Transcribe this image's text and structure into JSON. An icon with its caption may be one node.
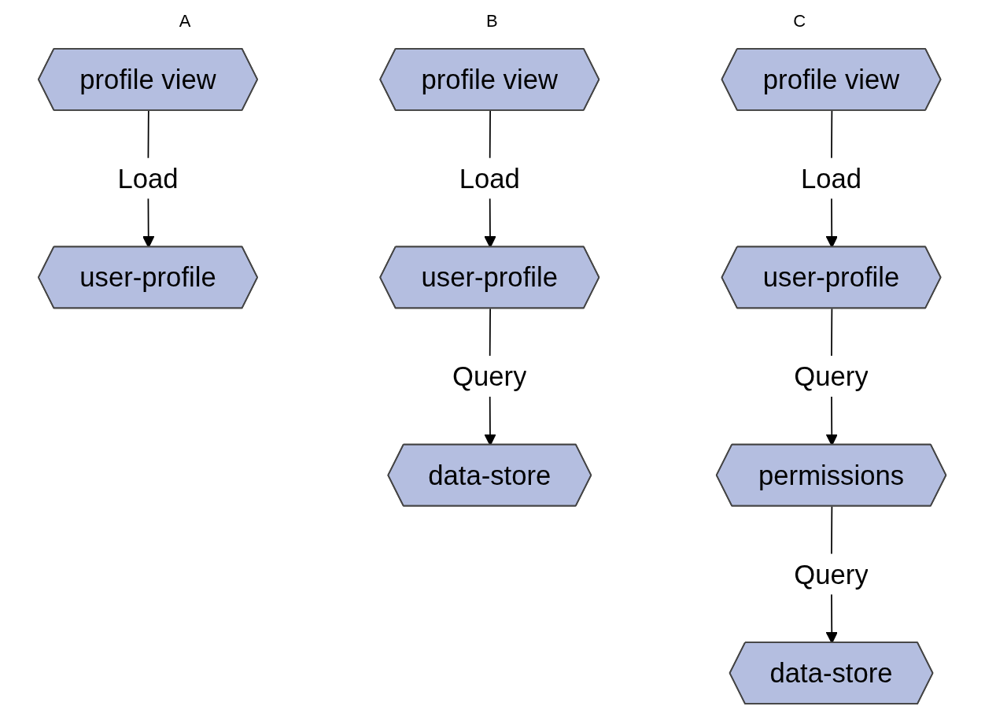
{
  "diagram": {
    "nodes": [
      {
        "text": [
          "user-profile"
        ]
      },
      {
        "text": [
          "profile view"
        ]
      },
      {
        "text": [
          "user-profile"
        ]
      },
      {
        "text": [
          "profile view"
        ]
      },
      {
        "text": [
          "data-store"
        ]
      },
      {
        "text": [
          "user-profile"
        ]
      },
      {
        "text": [
          "profile view"
        ]
      },
      {
        "text": [
          "permissions"
        ]
      },
      {
        "text": [
          "data-store"
        ]
      }
    ],
    "edges": [
      {
        "from": 1,
        "to": 0,
        "arrow": "to",
        "label": "Load"
      },
      {
        "from": 3,
        "to": 2,
        "arrow": "to",
        "label": "Load"
      },
      {
        "from": 2,
        "to": 4,
        "arrow": "to",
        "label": "Query"
      },
      {
        "from": 6,
        "to": 5,
        "arrow": "to",
        "label": "Load"
      },
      {
        "from": 5,
        "to": 7,
        "arrow": "to",
        "label": "Query"
      },
      {
        "from": 7,
        "to": 8,
        "arrow": "to",
        "label": "Query"
      }
    ],
    "labels": [
      "A",
      "B",
      "C"
    ]
  }
}
